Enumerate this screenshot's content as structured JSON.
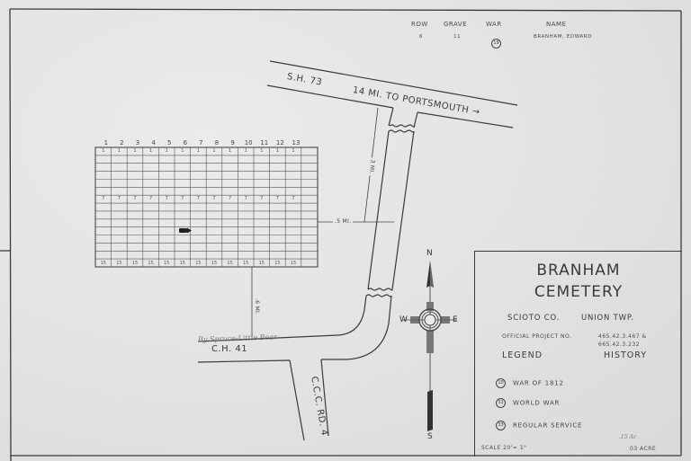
{
  "header": {
    "columns": [
      "ROW",
      "GRAVE",
      "WAR",
      "NAME"
    ],
    "record": {
      "row": "6",
      "grave": "11",
      "war": "19",
      "name": "BRANHAM,   EDWARD"
    }
  },
  "plot_grid": {
    "column_labels": [
      "1",
      "2",
      "3",
      "4",
      "5",
      "6",
      "7",
      "8",
      "9",
      "10",
      "11",
      "12",
      "13"
    ],
    "row_count": 15,
    "column_count": 14,
    "row_markers": [
      {
        "row": 1,
        "label": "1"
      },
      {
        "row": 7,
        "label": "7"
      },
      {
        "row": 15,
        "label": "15"
      }
    ],
    "grave_marker": {
      "row": 10,
      "column": 6,
      "icon": "arrow-marker-icon"
    }
  },
  "roads": {
    "sh73": {
      "label": "S.H. 73",
      "direction_label": "14 MI. TO PORTSMOUTH →"
    },
    "ch41": {
      "label": "C.H. 41",
      "handwritten": "By Spruce-Little Bear"
    },
    "ccc_rd4": {
      "label": "C.C.C. RD. 4"
    }
  },
  "distances": {
    "north": "3 MI.",
    "east": ".5 MI.",
    "south": ".6 MI."
  },
  "compass": {
    "n": "N",
    "s": "S",
    "e": "E",
    "w": "W"
  },
  "title_block": {
    "title_line1": "BRANHAM",
    "title_line2": "CEMETERY",
    "county": "SCIOTO CO.",
    "township": "UNION  TWP.",
    "project_label": "OFFICIAL PROJECT NO.",
    "project_no_1": "465.42.3.467 &",
    "project_no_2": "665.42.3.232",
    "legend_heading": "LEGEND",
    "history_heading": "HISTORY",
    "legend_items": [
      {
        "symbol": "10",
        "label": "WAR OF 1812"
      },
      {
        "symbol": "31",
        "label": "WORLD  WAR"
      },
      {
        "symbol": "33",
        "label": "REGULAR  SERVICE"
      }
    ],
    "scale": "SCALE 20'= 1\"",
    "handwritten_note": ".15 Ac",
    "area": "03  ACRE"
  },
  "colors": {
    "paper": "#e4e4e2",
    "ink": "#3a3a3a"
  }
}
